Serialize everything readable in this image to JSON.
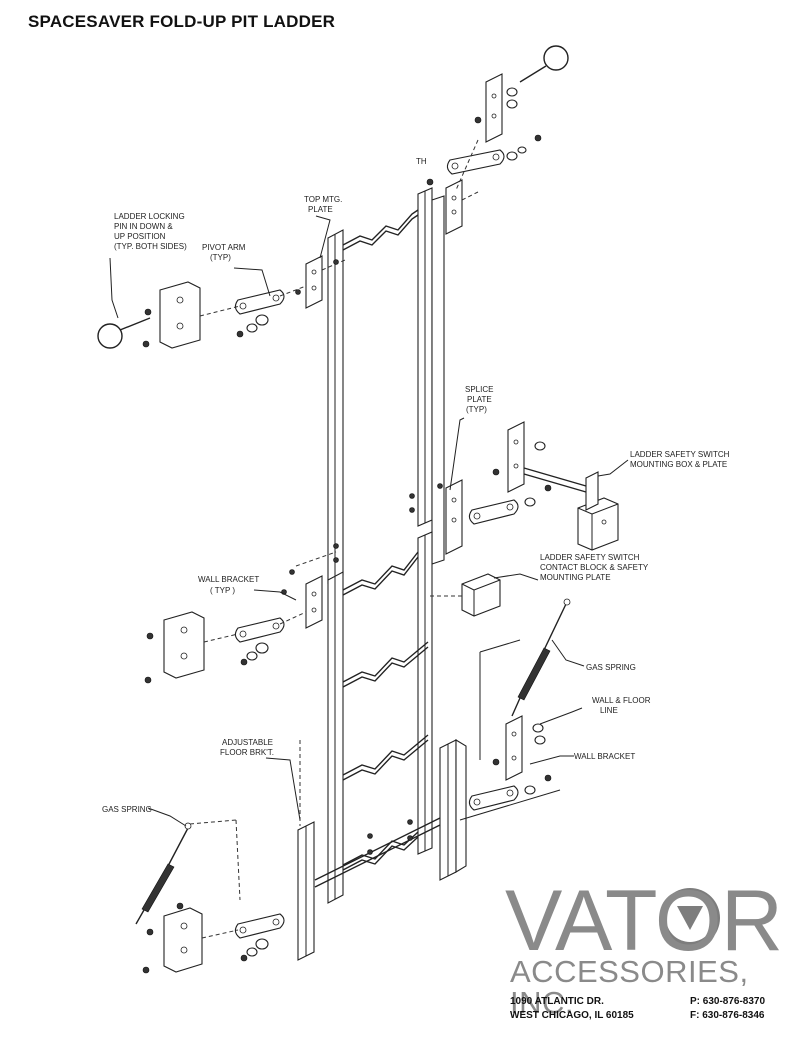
{
  "title": "SPACESAVER FOLD-UP PIT LADDER",
  "labels": {
    "ladder_locking_pin": [
      "LADDER LOCKING",
      "PIN IN DOWN &",
      "UP POSITION",
      "(TYP. BOTH SIDES)"
    ],
    "pivot_arm": [
      "PIVOT ARM",
      "(TYP)"
    ],
    "top_mtg_plate": [
      "TOP MTG.",
      "PLATE"
    ],
    "th": "TH",
    "splice_plate": [
      "SPLICE",
      "PLATE",
      "(TYP)"
    ],
    "ladder_safety_switch_box": [
      "LADDER SAFETY SWITCH",
      "MOUNTING BOX & PLATE"
    ],
    "contact_block": [
      "LADDER SAFETY SWITCH",
      "CONTACT BLOCK & SAFETY",
      "MOUNTING PLATE"
    ],
    "wall_bracket_left": [
      "WALL BRACKET",
      "( TYP )"
    ],
    "gas_spring_right": "GAS SPRING",
    "wall_floor_line": [
      "WALL & FLOOR",
      "LINE"
    ],
    "wall_bracket_right": "WALL BRACKET",
    "adjustable_floor": [
      "ADJUSTABLE",
      "FLOOR BRK'T."
    ],
    "gas_spring_left": "GAS SPRING"
  },
  "company": {
    "logo_word": "VATOR",
    "logo_sub": "ACCESSORIES, INC.",
    "address_line1": "1090 ATLANTIC DR.",
    "address_line2": "WEST CHICAGO, IL  60185",
    "phone": "P:  630-876-8370",
    "fax": "F:  630-876-8346"
  }
}
